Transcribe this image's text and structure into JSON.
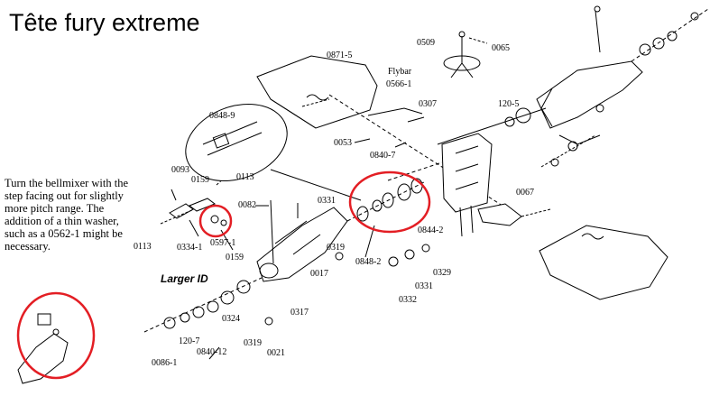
{
  "title": "Tête fury extreme",
  "note": "Turn the bellmixer with the step facing out for slightly more pitch range. The addition of a thin washer, such as a 0562-1 might be necessary.",
  "larger_id_label": "Larger ID",
  "flybar_label": "Flybar",
  "parts": {
    "p0509": "0509",
    "p0065": "0065",
    "p0871_5": "0871-5",
    "p0566_1": "0566-1",
    "p0307": "0307",
    "p120_5": "120-5",
    "p0848_9": "0848-9",
    "p0053": "0053",
    "p0840_7": "0840-7",
    "p0093": "0093",
    "p0159a": "0159",
    "p0113a": "0113",
    "p0082": "0082",
    "p0331a": "0331",
    "p0067": "0067",
    "p0113b": "0113",
    "p0334_1": "0334-1",
    "p0597_1": "0597-1",
    "p0159b": "0159",
    "p0319a": "0319",
    "p0017": "0017",
    "p0848_2": "0848-2",
    "p0844_2": "0844-2",
    "p0329": "0329",
    "p0331b": "0331",
    "p0332": "0332",
    "p0324": "0324",
    "p0317": "0317",
    "p0319b": "0319",
    "p0021": "0021",
    "p120_7": "120-7",
    "p0840_12": "0840-12",
    "p0086_1": "0086-1"
  },
  "colors": {
    "highlight": "#e31e24",
    "line": "#000000"
  }
}
